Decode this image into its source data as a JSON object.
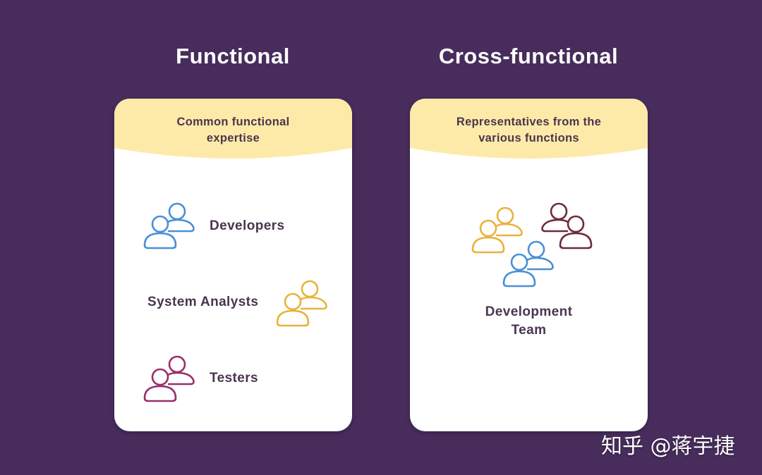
{
  "colors": {
    "background": "#472c5c",
    "header_band": "#feeaa8",
    "text": "#4a3550",
    "developers": "#4a8fd6",
    "analysts": "#e8b33a",
    "testers": "#9a2f6a",
    "maroon": "#6e2b3a"
  },
  "functional": {
    "title": "Functional",
    "header_line1": "Common functional",
    "header_line2": "expertise",
    "groups": [
      {
        "label": "Developers",
        "icon": "people-icon",
        "color": "#4a8fd6"
      },
      {
        "label": "System Analysts",
        "icon": "people-icon",
        "color": "#e8b33a"
      },
      {
        "label": "Testers",
        "icon": "people-icon",
        "color": "#9a2f6a"
      }
    ]
  },
  "cross_functional": {
    "title": "Cross-functional",
    "header_line1": "Representatives from the",
    "header_line2": "various functions",
    "icons": [
      {
        "icon": "people-icon",
        "color": "#e8b33a"
      },
      {
        "icon": "people-icon",
        "color": "#6e2b3a"
      },
      {
        "icon": "people-icon",
        "color": "#4a8fd6"
      }
    ],
    "team_line1": "Development",
    "team_line2": "Team"
  },
  "watermark": "知乎 @蒋宇捷"
}
